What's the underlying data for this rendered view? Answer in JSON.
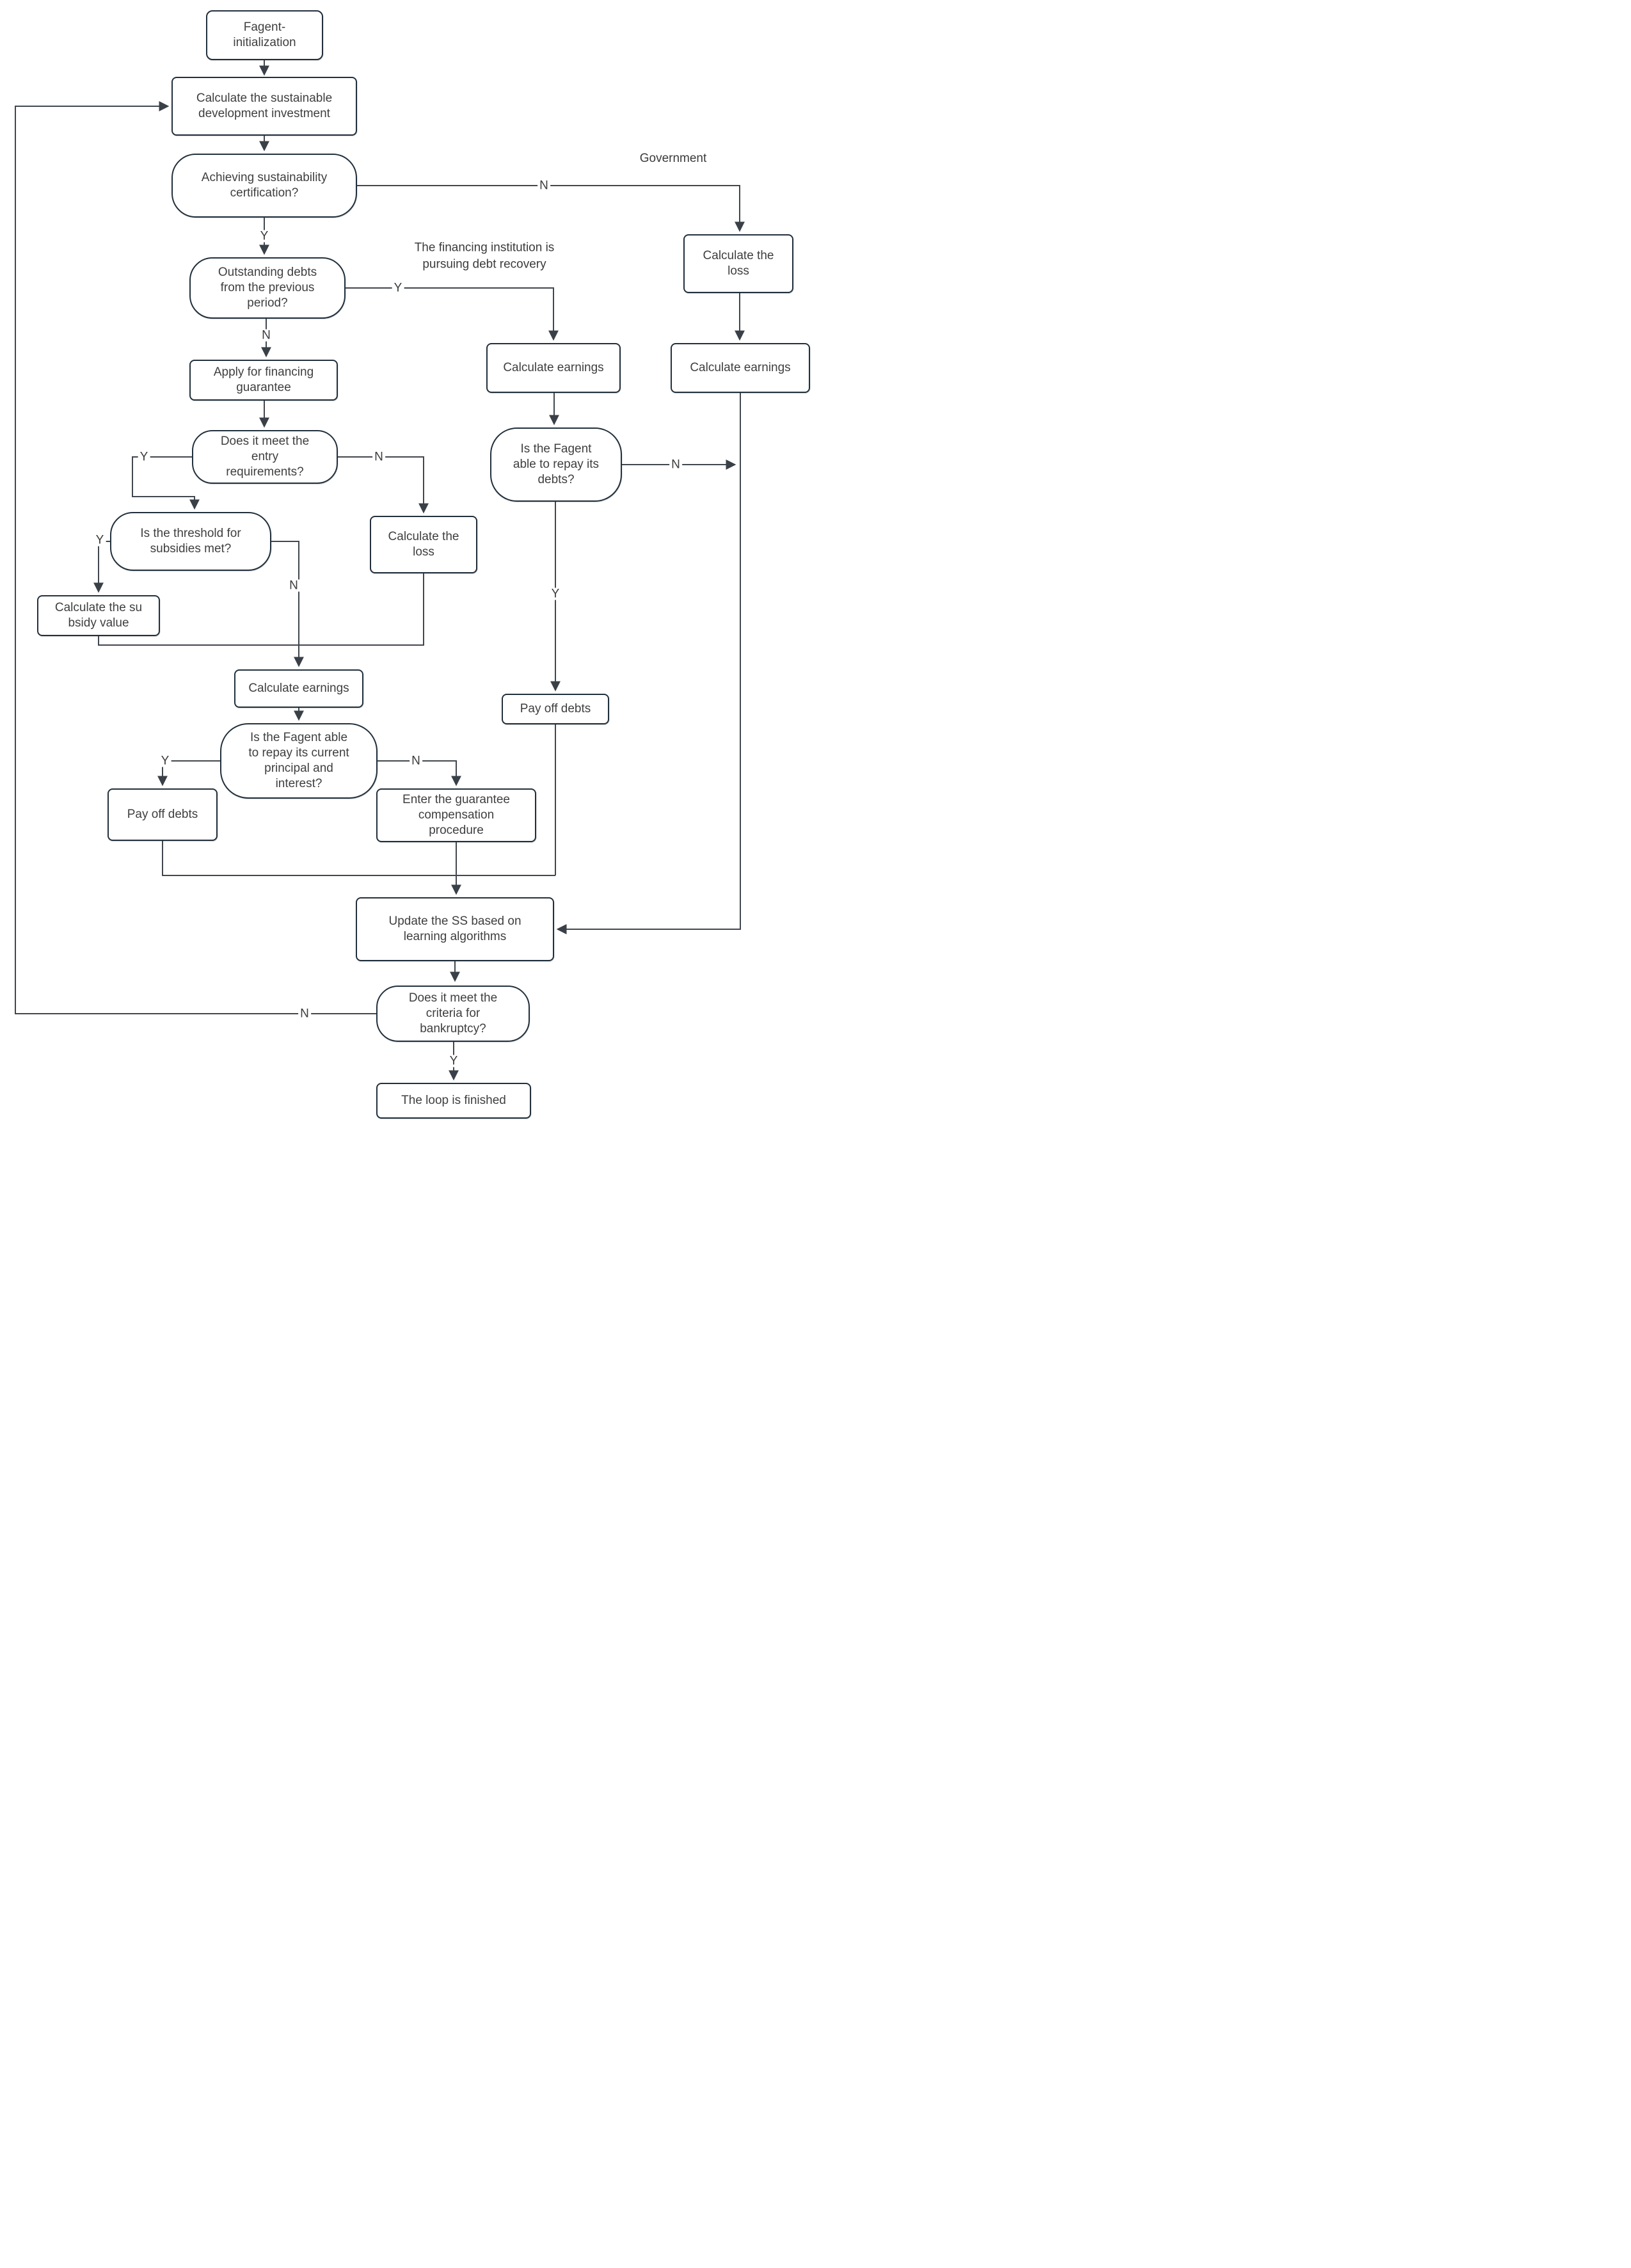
{
  "diagram": {
    "nodes": {
      "start": "Fagent-\ninitialization",
      "invest": "Calculate the sustainable\ndevelopment  investment",
      "cert": "Achieving sustainability\ncertification?",
      "loss_right": "Calculate the\nloss",
      "outstanding": "Outstanding debts\nfrom the previous\nperiod?",
      "earnings_mid": "Calculate earnings",
      "earnings_right": "Calculate earnings",
      "apply": "Apply for financing\nguarantee",
      "entry": "Does it meet the\nentry\nrequirements?",
      "repay_debts": "Is the Fagent\nable to repay its\ndebts?",
      "threshold": "Is the threshold for\nsubsidies met?",
      "loss_mid": "Calculate the\nloss",
      "subsidy": "Calculate the su\nbsidy value",
      "earnings_center": "Calculate earnings",
      "pay_off_right": "Pay off debts",
      "repay_principal": "Is the Fagent able\nto repay its current\nprincipal and\ninterest?",
      "pay_off_left": "Pay off debts",
      "guarantee": "Enter the guarantee\ncompensation\nprocedure",
      "update_ss": "Update the SS based on\nlearning algorithms",
      "bankruptcy": "Does it meet the\ncriteria for\nbankruptcy?",
      "loop_finished": "The loop is finished"
    },
    "annotations": {
      "government": "Government",
      "financing_institution": "The financing institution is\npursuing debt recovery"
    },
    "edge_labels": {
      "yes": "Y",
      "no": "N"
    },
    "colors": {
      "line": "#41474e",
      "node_border": "#22303c",
      "text": "#3f3f3f",
      "background": "#ffffff"
    }
  }
}
